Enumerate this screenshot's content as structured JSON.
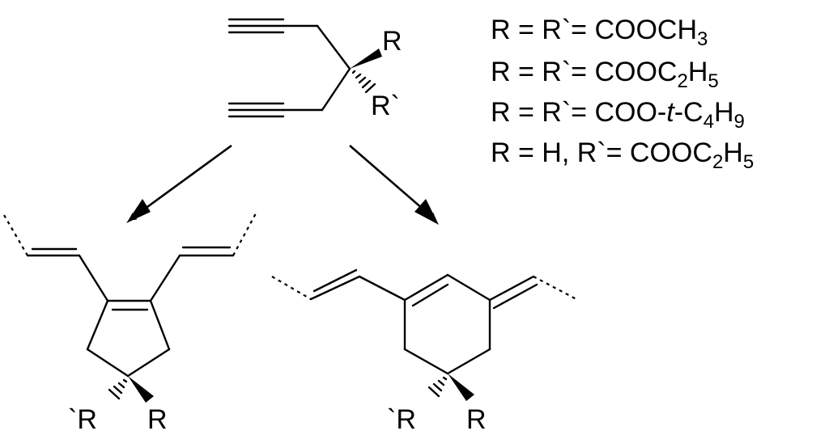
{
  "reactant": {
    "label_R": "R",
    "label_Rprime": "R`"
  },
  "legend": {
    "line1": {
      "lhs": "R = R`= COOCH",
      "sub": "3"
    },
    "line2": {
      "lhs": "R = R`= COOC",
      "sub1": "2",
      "mid": "H",
      "sub2": "5"
    },
    "line3": {
      "lhs": "R = R`= COO-",
      "italic": "t",
      "mid": "-C",
      "sub1": "4",
      "mid2": "H",
      "sub2": "9"
    },
    "line4": {
      "lhs": "R = H, R`= COOC",
      "sub1": "2",
      "mid": "H",
      "sub2": "5"
    }
  },
  "product_five_ring": {
    "label_Rprime": "`R",
    "label_R": "R"
  },
  "product_six_ring": {
    "label_Rprime": "`R",
    "label_R": "R"
  },
  "colors": {
    "ink": "#000000",
    "background": "#ffffff"
  }
}
